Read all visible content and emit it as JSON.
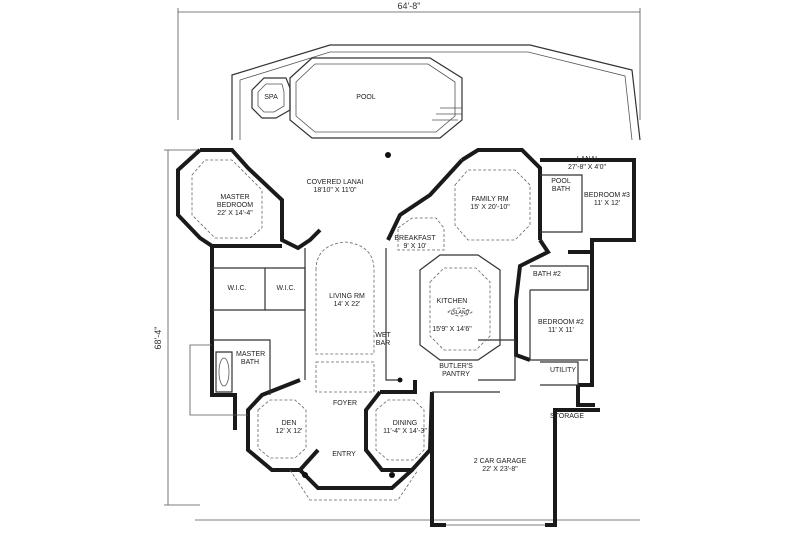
{
  "plan": {
    "overall_width": "64'-8\"",
    "overall_depth": "68'-4\""
  },
  "rooms": {
    "spa": "SPA",
    "pool": "POOL",
    "covered_lanai": {
      "name": "COVERED LANAI",
      "size": "18'10\" X 11'0\""
    },
    "lanai": {
      "name": "LANAI",
      "size": "27'-8\" X 4'0\""
    },
    "pool_bath": "POOL BATH",
    "bedroom3": {
      "name": "BEDROOM #3",
      "size": "11' X 12'"
    },
    "family_rm": {
      "name": "FAMILY RM",
      "size": "15' X 20'-10\""
    },
    "master_bedroom": {
      "name": "MASTER BEDROOM",
      "size": "22' X 14'-4\""
    },
    "breakfast": {
      "name": "BREAKFAST",
      "size": "9' X 10'"
    },
    "wic1": "W.I.C.",
    "wic2": "W.I.C.",
    "living_rm": {
      "name": "LIVING RM",
      "size": "14' X 22'"
    },
    "kitchen": {
      "name": "KITCHEN",
      "size": "15'9\" X 14'6\""
    },
    "island": "ISLAND",
    "bath2": "BATH #2",
    "bedroom2": {
      "name": "BEDROOM #2",
      "size": "11' X 11'"
    },
    "wet_bar": "WET BAR",
    "master_bath": "MASTER BATH",
    "butlers_pantry": "BUTLER'S PANTRY",
    "utility": "UTILITY",
    "storage": "STORAGE",
    "foyer": "FOYER",
    "den": {
      "name": "DEN",
      "size": "12' X 12'"
    },
    "dining": {
      "name": "DINING",
      "size": "11'-4\" X 14'-3\""
    },
    "garage": {
      "name": "2 CAR GARAGE",
      "size": "22' X 23'-8\""
    },
    "entry": "ENTRY"
  }
}
